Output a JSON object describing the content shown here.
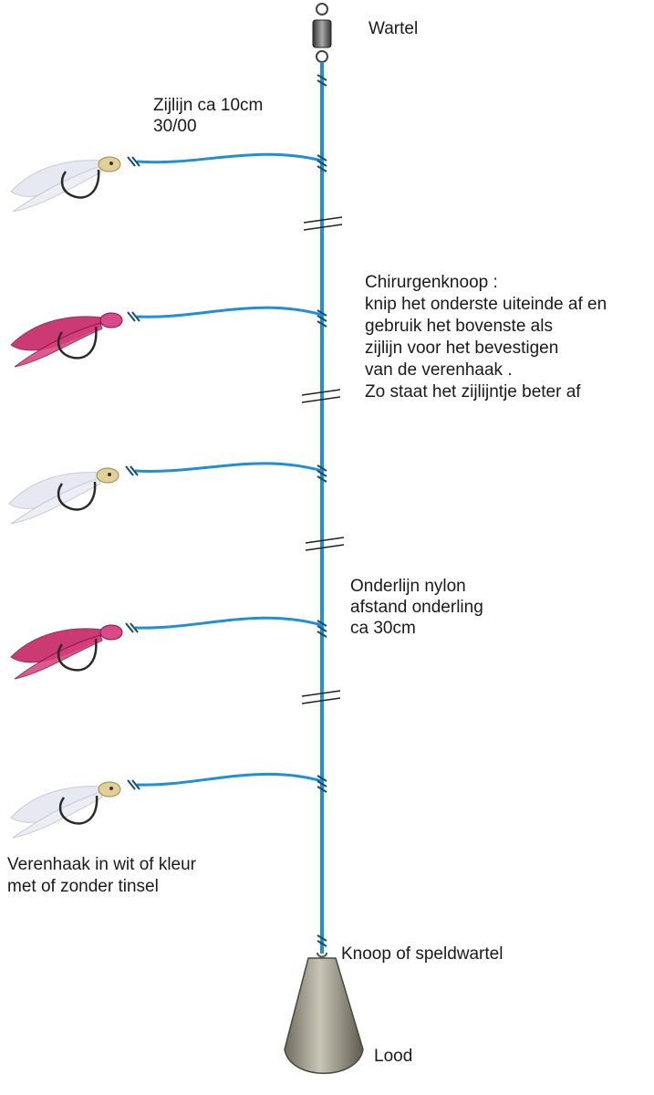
{
  "labels": {
    "wartel": "Wartel",
    "zijlijn": [
      "Zijlijn ca 10cm",
      "30/00"
    ],
    "chirurgenknoop": [
      "Chirurgenknoop :",
      "knip het onderste uiteinde af en",
      "gebruik het bovenste als",
      "zijlijn voor het bevestigen",
      "van de verenhaak .",
      "Zo staat het zijlijntje beter af"
    ],
    "onderlijn": [
      "Onderlijn nylon",
      "afstand onderling",
      "ca 30cm"
    ],
    "verenhaak": [
      "Verenhaak in wit of kleur",
      "met of zonder tinsel"
    ],
    "knoop": "Knoop of speldwartel",
    "lood": "Lood"
  },
  "hooks": [
    {
      "color": "white",
      "icon": "white-feather-hook-icon"
    },
    {
      "color": "pink",
      "icon": "pink-feather-hook-icon"
    },
    {
      "color": "white",
      "icon": "white-feather-hook-icon"
    },
    {
      "color": "pink",
      "icon": "pink-feather-hook-icon"
    },
    {
      "color": "white",
      "icon": "white-feather-hook-icon"
    }
  ],
  "colors": {
    "line": "#1f8fd6",
    "hook": "#2a2a2a",
    "white_feather": "#e6e8f2",
    "pink_feather": "#c2185b",
    "lead": "#9a9687",
    "swivel": "#555555"
  }
}
